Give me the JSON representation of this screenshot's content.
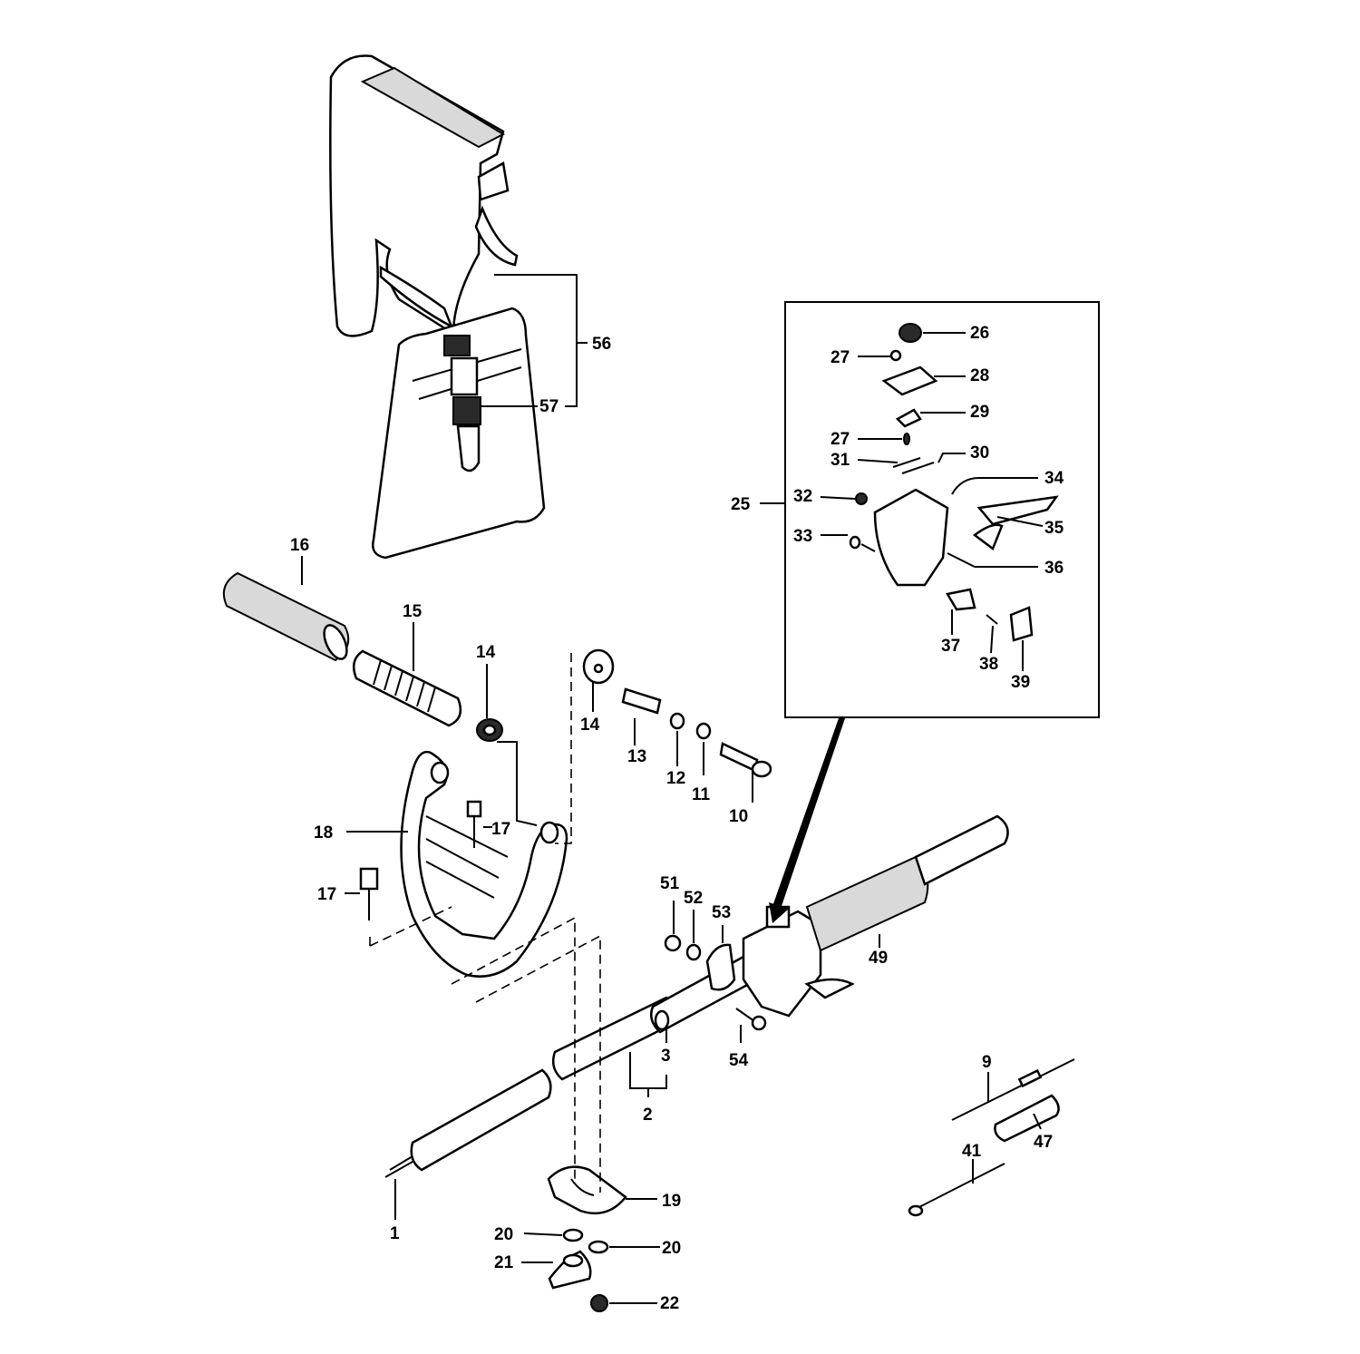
{
  "labels": {
    "p1": "1",
    "p2": "2",
    "p3": "3",
    "p9": "9",
    "p10": "10",
    "p11": "11",
    "p12": "12",
    "p13": "13",
    "p14a": "14",
    "p14b": "14",
    "p15": "15",
    "p16": "16",
    "p17a": "17",
    "p17b": "17",
    "p18": "18",
    "p19": "19",
    "p20a": "20",
    "p20b": "20",
    "p21": "21",
    "p22": "22",
    "p25": "25",
    "p26": "26",
    "p27a": "27",
    "p27b": "27",
    "p28": "28",
    "p29": "29",
    "p30": "30",
    "p31": "31",
    "p32": "32",
    "p33": "33",
    "p34": "34",
    "p35": "35",
    "p36": "36",
    "p37": "37",
    "p38": "38",
    "p39": "39",
    "p41": "41",
    "p47": "47",
    "p49": "49",
    "p51": "51",
    "p52": "52",
    "p53": "53",
    "p54": "54",
    "p56": "56",
    "p57": "57"
  },
  "colors": {
    "ink": "#000000",
    "paper": "#ffffff"
  }
}
